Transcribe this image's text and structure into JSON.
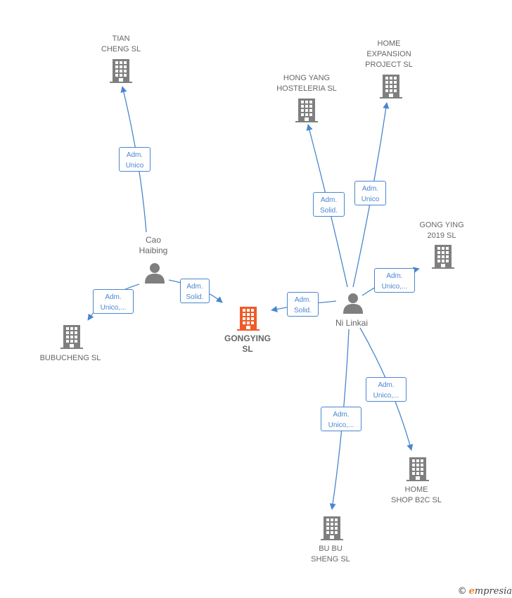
{
  "colors": {
    "edge": "#4a86cf",
    "company": "#7f7f7f",
    "main_company": "#f05a28",
    "person": "#7f7f7f"
  },
  "nodes": {
    "tian_cheng": {
      "label": "TIAN\nCHENG SL",
      "icon": "building-icon"
    },
    "hong_yang": {
      "label": "HONG YANG\nHOSTELERIA SL",
      "icon": "building-icon"
    },
    "home_expansion": {
      "label": "HOME\nEXPANSION\nPROJECT  SL",
      "icon": "building-icon"
    },
    "gong_ying_2019": {
      "label": "GONG YING\n2019  SL",
      "icon": "building-icon"
    },
    "cao_haibing": {
      "label": "Cao\nHaibing",
      "icon": "person-icon"
    },
    "gongying": {
      "label": "GONGYING\nSL",
      "icon": "building-icon"
    },
    "ni_linkai": {
      "label": "Ni Linkai",
      "icon": "person-icon"
    },
    "bubucheng": {
      "label": "BUBUCHENG SL",
      "icon": "building-icon"
    },
    "home_shop": {
      "label": "HOME\nSHOP B2C  SL",
      "icon": "building-icon"
    },
    "bu_bu_sheng": {
      "label": "BU BU\nSHENG SL",
      "icon": "building-icon"
    }
  },
  "edges": [
    {
      "id": "cao-tian",
      "label": "Adm.\nUnico"
    },
    {
      "id": "cao-gongying",
      "label": "Adm.\nSolid."
    },
    {
      "id": "cao-bubucheng",
      "label": "Adm.\nUnico,..."
    },
    {
      "id": "ni-hongyang",
      "label": "Adm.\nSolid."
    },
    {
      "id": "ni-homeexp",
      "label": "Adm.\nUnico"
    },
    {
      "id": "ni-gongying2019",
      "label": "Adm.\nUnico,..."
    },
    {
      "id": "ni-gongying",
      "label": "Adm.\nSolid."
    },
    {
      "id": "ni-homeshop",
      "label": "Adm.\nUnico,..."
    },
    {
      "id": "ni-bubusheng",
      "label": "Adm.\nUnico,..."
    }
  ],
  "brand": {
    "copyright": "©",
    "name_initial": "e",
    "name_rest": "mpresia"
  }
}
